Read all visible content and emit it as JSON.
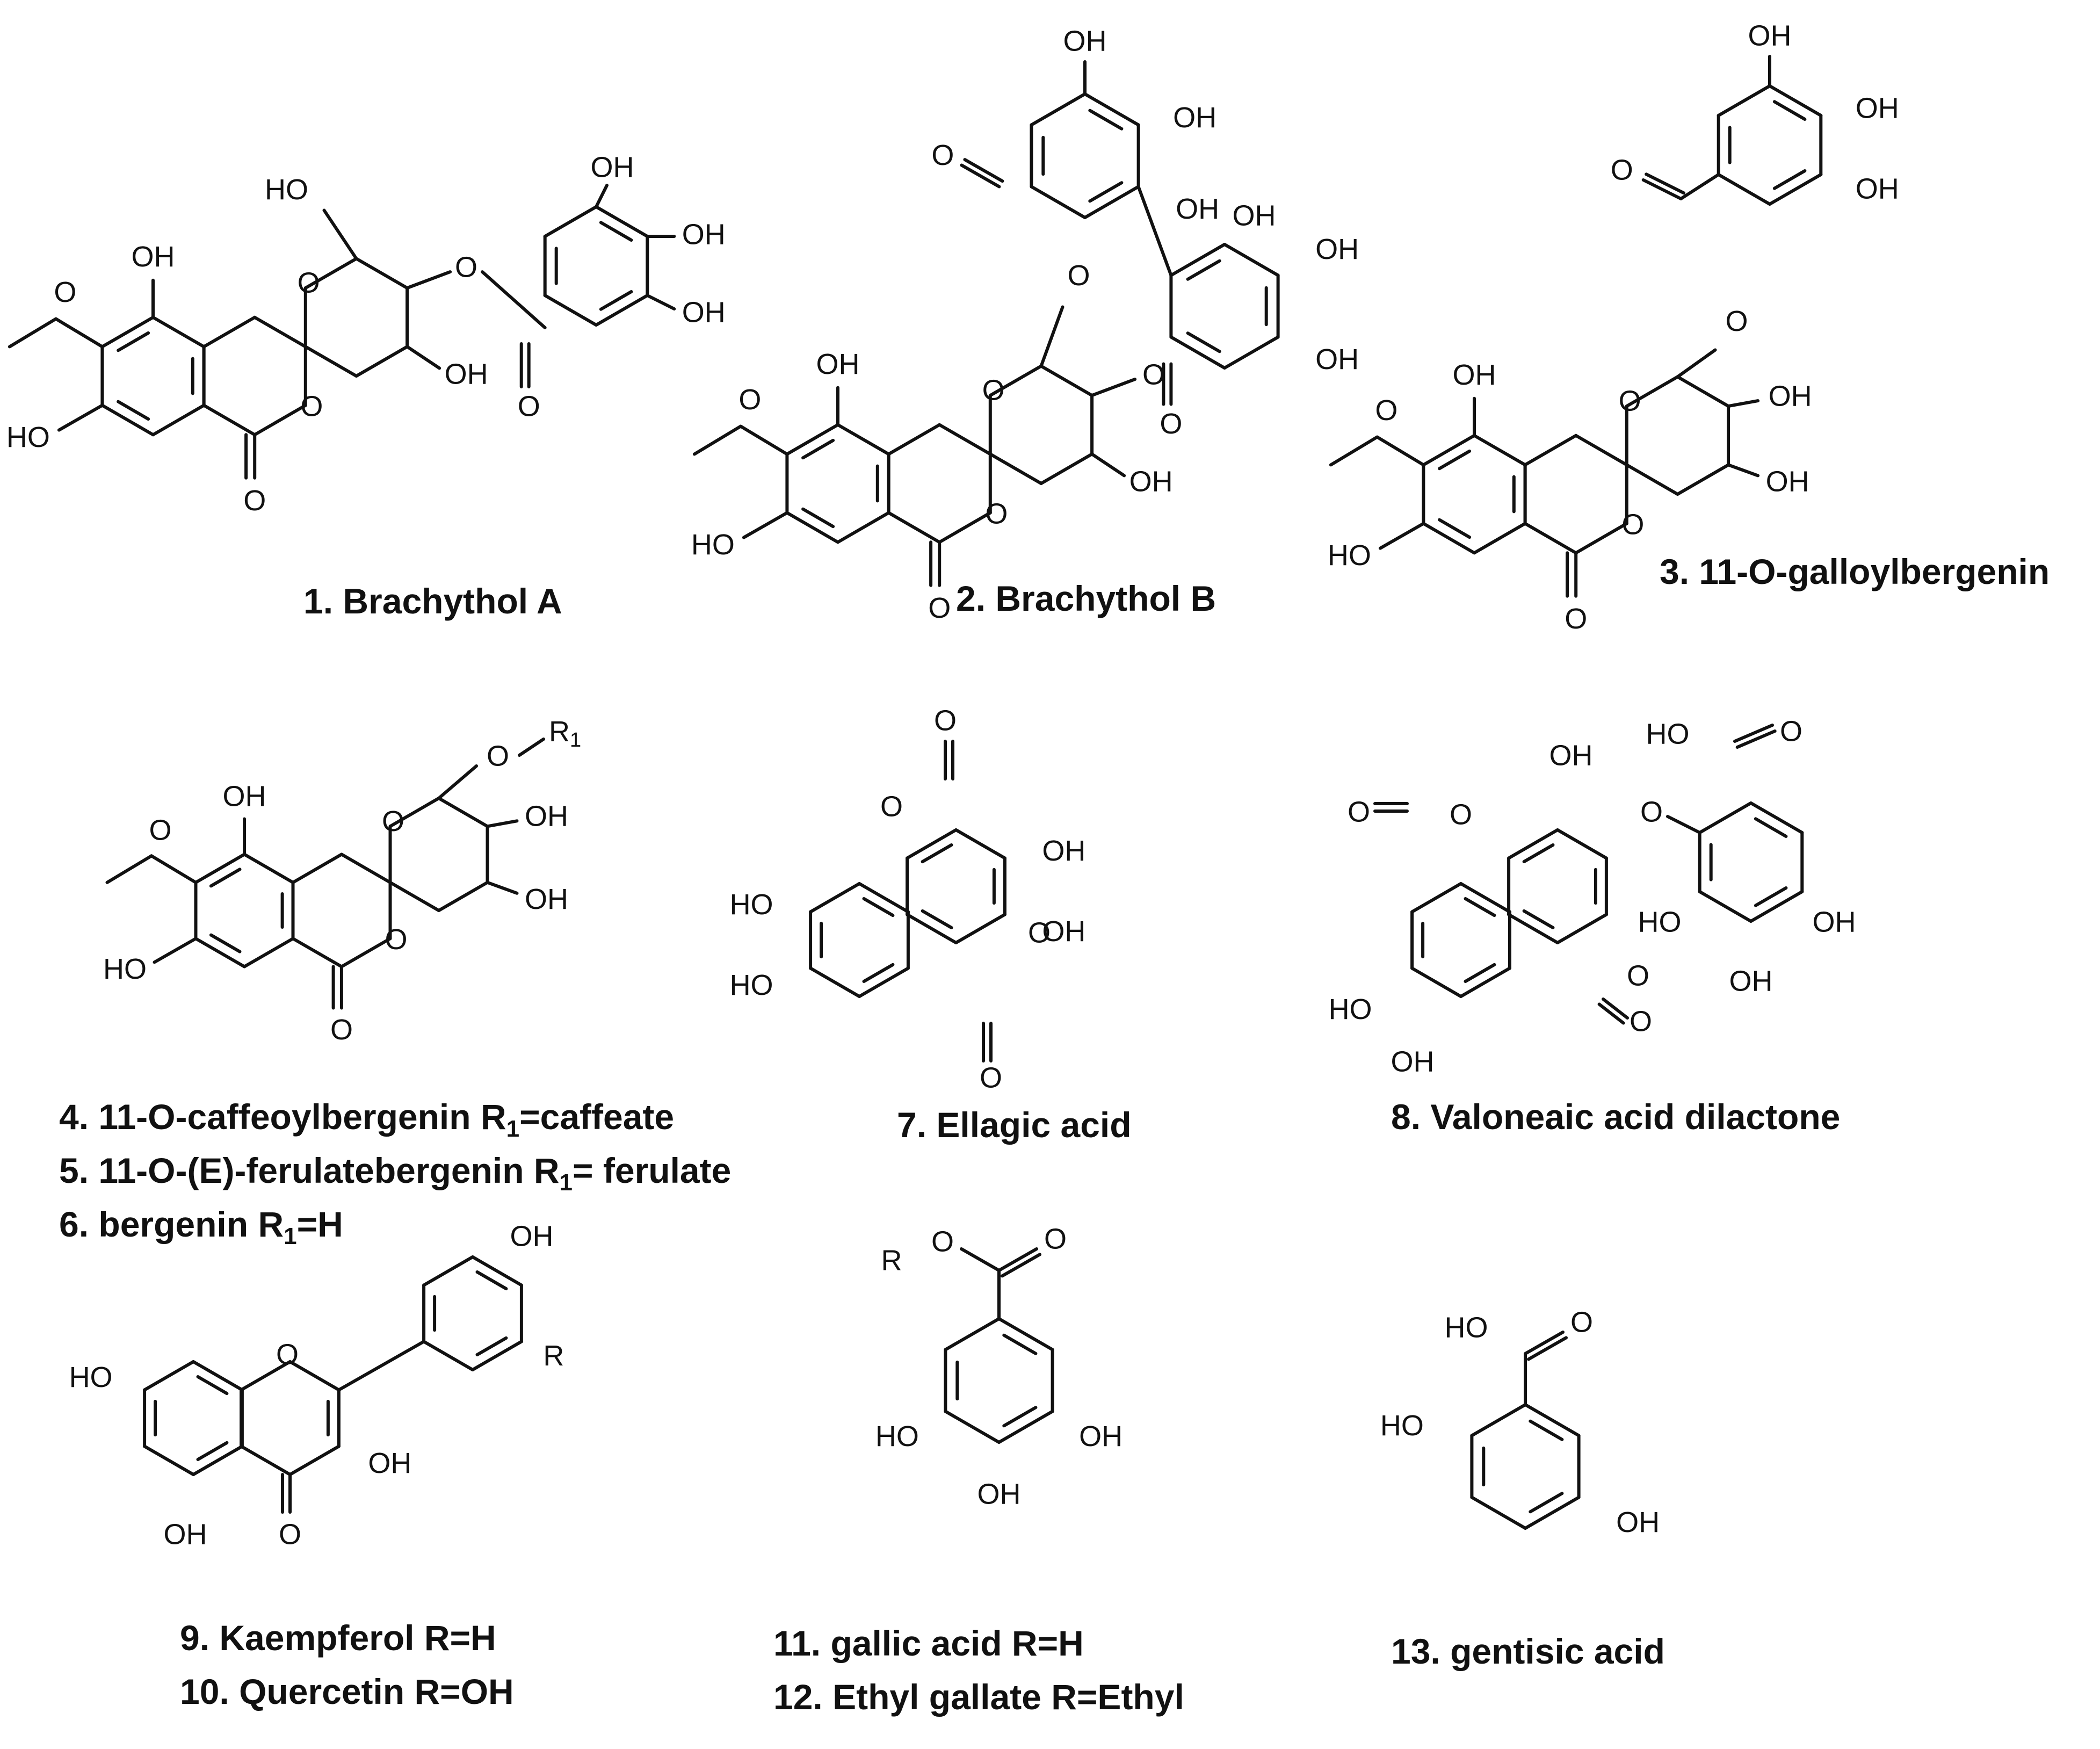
{
  "compounds": [
    {
      "number": "1.",
      "name": "Brachythol A"
    },
    {
      "number": "2.",
      "name": "Brachythol B"
    },
    {
      "number": "3.",
      "name": "11-O-galloylbergenin"
    },
    {
      "number": "4.",
      "name": "11-O-caffeoylbergenin",
      "r_label": "R",
      "r_sub": "1",
      "r_value": "=caffeate"
    },
    {
      "number": "5.",
      "name": "11-O-(E)-ferulatebergenin",
      "r_label": "R",
      "r_sub": "1",
      "r_value": "= ferulate"
    },
    {
      "number": "6.",
      "name": "bergenin",
      "r_label": "R",
      "r_sub": "1",
      "r_value": "=H"
    },
    {
      "number": "7.",
      "name": "Ellagic acid"
    },
    {
      "number": "8.",
      "name": "Valoneaic acid dilactone"
    },
    {
      "number": "9.",
      "name": "Kaempferol R=H"
    },
    {
      "number": "10.",
      "name": "Quercetin R=OH"
    },
    {
      "number": "11.",
      "name": "gallic acid R=H"
    },
    {
      "number": "12.",
      "name": "Ethyl gallate R=Ethyl"
    },
    {
      "number": "13.",
      "name": "gentisic acid"
    }
  ],
  "atom_labels": {
    "oh": "OH",
    "ho": "HO",
    "o": "O",
    "r": "R",
    "r1": "R",
    "r1_sub": "1"
  },
  "colors": {
    "stroke": "#111111",
    "background": "#ffffff"
  }
}
